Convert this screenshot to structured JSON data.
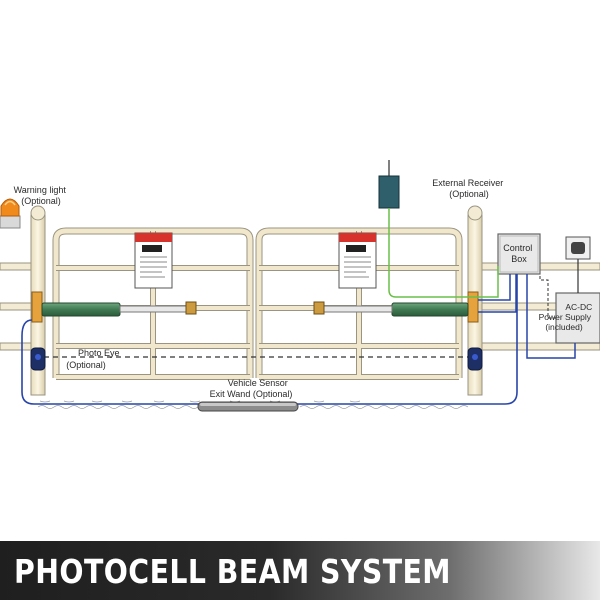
{
  "labels": {
    "warning_light": [
      "Warning light",
      "(Optional)"
    ],
    "external_receiver": [
      "External Receiver",
      "(Optional)"
    ],
    "control_box": [
      "Control",
      "Box"
    ],
    "power_supply": [
      "AC-DC",
      "Power Supply",
      "(included)"
    ],
    "photo_eye": [
      "Photo Eye",
      "(Optional)"
    ],
    "vehicle_sensor": [
      "Vehicle Sensor",
      "Exit Wand (Optional)"
    ]
  },
  "banner": {
    "title": "PHOTOCELL BEAM SYSTEM"
  },
  "colors": {
    "gate_frame": "#f1e7cc",
    "gate_outline": "#8d8778",
    "actuator": "#4f8a60",
    "sign_red": "#d7322b",
    "wire_blue": "#2845a8",
    "wire_green": "#6abf48",
    "warning_orange": "#f08a1c"
  },
  "icons": [
    "warning-light-icon",
    "receiver-antenna-icon",
    "outlet-icon",
    "photo-eye-icon"
  ]
}
